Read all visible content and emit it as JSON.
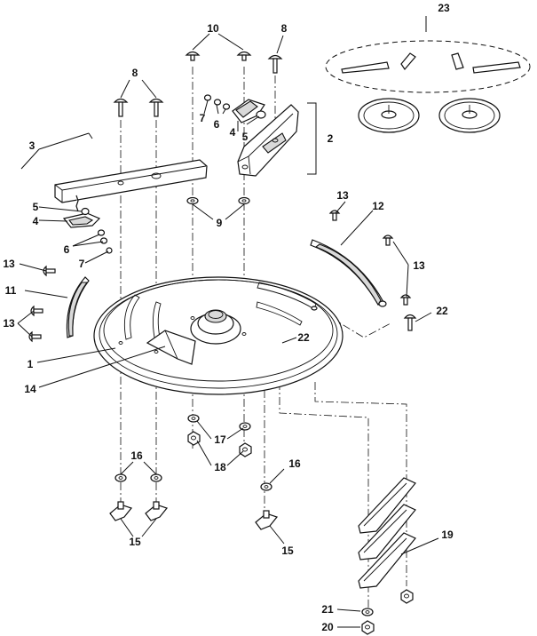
{
  "diagram": {
    "callouts": {
      "c1": "1",
      "c2": "2",
      "c3": "3",
      "c4a": "4",
      "c4b": "4",
      "c5a": "5",
      "c5b": "5",
      "c6a": "6",
      "c6b": "6",
      "c7a": "7",
      "c7b": "7",
      "c8a": "8",
      "c8b": "8",
      "c9": "9",
      "c10": "10",
      "c11": "11",
      "c12": "12",
      "c13a": "13",
      "c13b": "13",
      "c13c": "13",
      "c13d": "13",
      "c14": "14",
      "c15a": "15",
      "c15b": "15",
      "c16a": "16",
      "c16b": "16",
      "c17": "17",
      "c18": "18",
      "c19": "19",
      "c20": "20",
      "c21": "21",
      "c22a": "22",
      "c22b": "22",
      "c23": "23"
    }
  }
}
